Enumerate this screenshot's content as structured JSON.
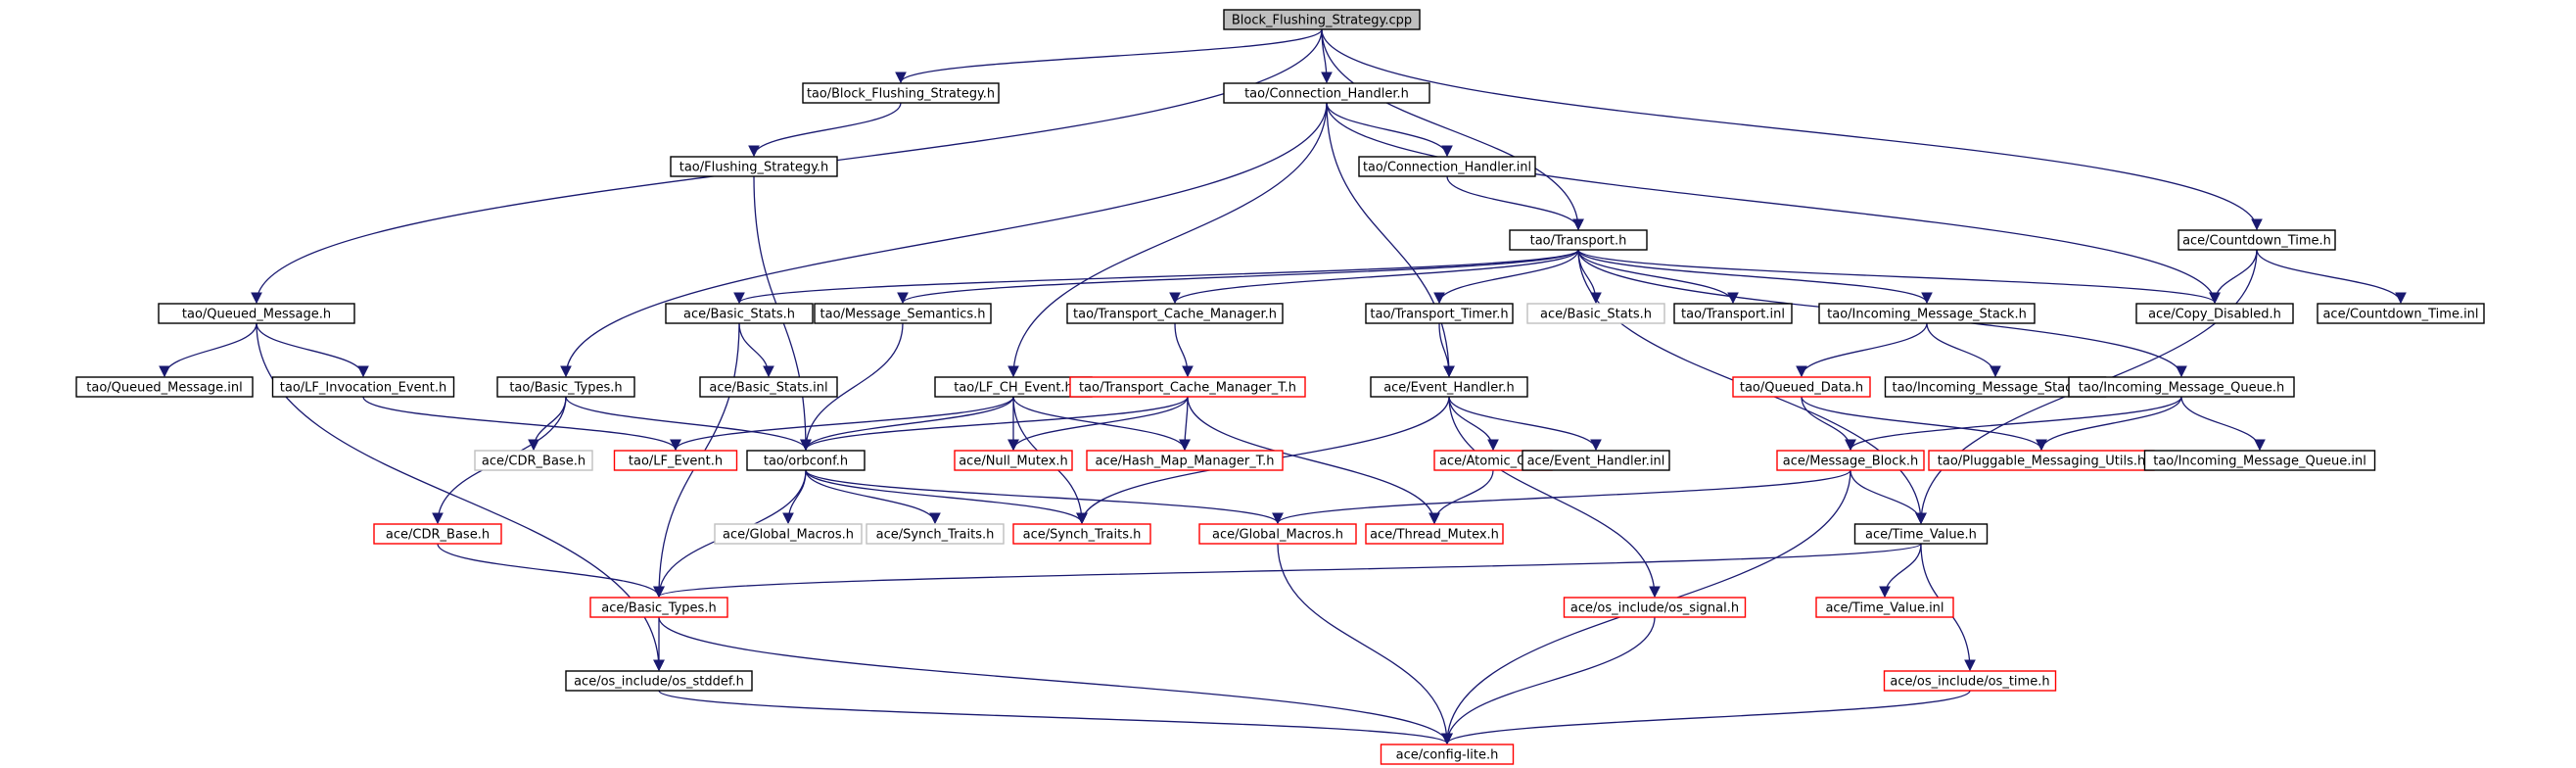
{
  "colors": {
    "normal": "#000000",
    "red": "#ff0000",
    "grey": "#bfbfbf",
    "root_fill": "#bfbfbf",
    "edge": "#191970"
  },
  "nodes": [
    {
      "id": "root",
      "label": "Block_Flushing_Strategy.cpp",
      "style": "root"
    },
    {
      "id": "bfs",
      "label": "tao/Block_Flushing_Strategy.h",
      "style": "normal"
    },
    {
      "id": "ch",
      "label": "tao/Connection_Handler.h",
      "style": "normal"
    },
    {
      "id": "fs",
      "label": "tao/Flushing_Strategy.h",
      "style": "normal"
    },
    {
      "id": "chinl",
      "label": "tao/Connection_Handler.inl",
      "style": "normal"
    },
    {
      "id": "cdt",
      "label": "ace/Countdown_Time.h",
      "style": "normal"
    },
    {
      "id": "tr",
      "label": "tao/Transport.h",
      "style": "normal"
    },
    {
      "id": "qm",
      "label": "tao/Queued_Message.h",
      "style": "normal"
    },
    {
      "id": "bstats",
      "label": "ace/Basic_Stats.h",
      "style": "normal"
    },
    {
      "id": "msem",
      "label": "tao/Message_Semantics.h",
      "style": "normal"
    },
    {
      "id": "tcm",
      "label": "tao/Transport_Cache_Manager.h",
      "style": "normal"
    },
    {
      "id": "ttim",
      "label": "tao/Transport_Timer.h",
      "style": "normal"
    },
    {
      "id": "bstats2",
      "label": "ace/Basic_Stats.h",
      "style": "grey"
    },
    {
      "id": "trinl",
      "label": "tao/Transport.inl",
      "style": "normal"
    },
    {
      "id": "ims",
      "label": "tao/Incoming_Message_Stack.h",
      "style": "normal"
    },
    {
      "id": "cd",
      "label": "ace/Copy_Disabled.h",
      "style": "normal"
    },
    {
      "id": "cdtinl",
      "label": "ace/Countdown_Time.inl",
      "style": "normal"
    },
    {
      "id": "qminl",
      "label": "tao/Queued_Message.inl",
      "style": "normal"
    },
    {
      "id": "lfie",
      "label": "tao/LF_Invocation_Event.h",
      "style": "normal"
    },
    {
      "id": "bt",
      "label": "tao/Basic_Types.h",
      "style": "normal"
    },
    {
      "id": "bstatsinl",
      "label": "ace/Basic_Stats.inl",
      "style": "normal"
    },
    {
      "id": "lfch",
      "label": "tao/LF_CH_Event.h",
      "style": "normal"
    },
    {
      "id": "tcmt",
      "label": "tao/Transport_Cache_Manager_T.h",
      "style": "red"
    },
    {
      "id": "eh",
      "label": "ace/Event_Handler.h",
      "style": "normal"
    },
    {
      "id": "qd",
      "label": "tao/Queued_Data.h",
      "style": "red"
    },
    {
      "id": "imsinl",
      "label": "tao/Incoming_Message_Stack.inl",
      "style": "normal"
    },
    {
      "id": "imq",
      "label": "tao/Incoming_Message_Queue.h",
      "style": "normal"
    },
    {
      "id": "cdrb",
      "label": "ace/CDR_Base.h",
      "style": "grey"
    },
    {
      "id": "lfe",
      "label": "tao/LF_Event.h",
      "style": "red"
    },
    {
      "id": "orbc",
      "label": "tao/orbconf.h",
      "style": "normal"
    },
    {
      "id": "nm",
      "label": "ace/Null_Mutex.h",
      "style": "red"
    },
    {
      "id": "hmm",
      "label": "ace/Hash_Map_Manager_T.h",
      "style": "red"
    },
    {
      "id": "aop",
      "label": "ace/Atomic_Op.h",
      "style": "red"
    },
    {
      "id": "ehinl",
      "label": "ace/Event_Handler.inl",
      "style": "normal"
    },
    {
      "id": "mb",
      "label": "ace/Message_Block.h",
      "style": "red"
    },
    {
      "id": "pmu",
      "label": "tao/Pluggable_Messaging_Utils.h",
      "style": "red"
    },
    {
      "id": "imqinl",
      "label": "tao/Incoming_Message_Queue.inl",
      "style": "normal"
    },
    {
      "id": "cdrb2",
      "label": "ace/CDR_Base.h",
      "style": "red"
    },
    {
      "id": "gm",
      "label": "ace/Global_Macros.h",
      "style": "grey"
    },
    {
      "id": "st",
      "label": "ace/Synch_Traits.h",
      "style": "grey"
    },
    {
      "id": "st2",
      "label": "ace/Synch_Traits.h",
      "style": "red"
    },
    {
      "id": "gm2",
      "label": "ace/Global_Macros.h",
      "style": "red"
    },
    {
      "id": "tm",
      "label": "ace/Thread_Mutex.h",
      "style": "red"
    },
    {
      "id": "tv",
      "label": "ace/Time_Value.h",
      "style": "normal"
    },
    {
      "id": "abt",
      "label": "ace/Basic_Types.h",
      "style": "red"
    },
    {
      "id": "sig",
      "label": "ace/os_include/os_signal.h",
      "style": "red"
    },
    {
      "id": "tvinl",
      "label": "ace/Time_Value.inl",
      "style": "red"
    },
    {
      "id": "stddef",
      "label": "ace/os_include/os_stddef.h",
      "style": "normal"
    },
    {
      "id": "ostime",
      "label": "ace/os_include/os_time.h",
      "style": "red"
    },
    {
      "id": "cfg",
      "label": "ace/config-lite.h",
      "style": "red"
    }
  ],
  "edges": [
    [
      "root",
      "bfs"
    ],
    [
      "root",
      "ch"
    ],
    [
      "root",
      "tr"
    ],
    [
      "root",
      "qm"
    ],
    [
      "root",
      "cdt"
    ],
    [
      "bfs",
      "fs"
    ],
    [
      "ch",
      "chinl"
    ],
    [
      "ch",
      "eh"
    ],
    [
      "ch",
      "lfch"
    ],
    [
      "ch",
      "bt"
    ],
    [
      "ch",
      "cd"
    ],
    [
      "chinl",
      "tr"
    ],
    [
      "fs",
      "orbc"
    ],
    [
      "cdt",
      "cd"
    ],
    [
      "cdt",
      "cdtinl"
    ],
    [
      "cdt",
      "tv"
    ],
    [
      "tr",
      "bstats"
    ],
    [
      "tr",
      "msem"
    ],
    [
      "tr",
      "tcm"
    ],
    [
      "tr",
      "ttim"
    ],
    [
      "tr",
      "bstats2"
    ],
    [
      "tr",
      "trinl"
    ],
    [
      "tr",
      "ims"
    ],
    [
      "tr",
      "cd"
    ],
    [
      "tr",
      "imq"
    ],
    [
      "tr",
      "tv"
    ],
    [
      "qm",
      "qminl"
    ],
    [
      "qm",
      "lfie"
    ],
    [
      "qm",
      "stddef"
    ],
    [
      "bstats",
      "bstatsinl"
    ],
    [
      "bstats",
      "abt"
    ],
    [
      "msem",
      "orbc"
    ],
    [
      "tcm",
      "tcmt"
    ],
    [
      "ttim",
      "eh"
    ],
    [
      "ims",
      "qd"
    ],
    [
      "ims",
      "imsinl"
    ],
    [
      "lfie",
      "lfe"
    ],
    [
      "bt",
      "cdrb"
    ],
    [
      "bt",
      "cdrb2"
    ],
    [
      "bt",
      "orbc"
    ],
    [
      "lfch",
      "lfe"
    ],
    [
      "lfch",
      "orbc"
    ],
    [
      "lfch",
      "nm"
    ],
    [
      "lfch",
      "hmm"
    ],
    [
      "lfch",
      "st2"
    ],
    [
      "tcmt",
      "orbc"
    ],
    [
      "tcmt",
      "nm"
    ],
    [
      "tcmt",
      "hmm"
    ],
    [
      "tcmt",
      "tm"
    ],
    [
      "eh",
      "aop"
    ],
    [
      "eh",
      "ehinl"
    ],
    [
      "eh",
      "st2"
    ],
    [
      "eh",
      "sig"
    ],
    [
      "qd",
      "mb"
    ],
    [
      "qd",
      "pmu"
    ],
    [
      "imq",
      "mb"
    ],
    [
      "imq",
      "pmu"
    ],
    [
      "imq",
      "imqinl"
    ],
    [
      "orbc",
      "gm"
    ],
    [
      "orbc",
      "st"
    ],
    [
      "orbc",
      "st2"
    ],
    [
      "orbc",
      "gm2"
    ],
    [
      "orbc",
      "abt"
    ],
    [
      "aop",
      "tm"
    ],
    [
      "mb",
      "gm2"
    ],
    [
      "mb",
      "tv"
    ],
    [
      "mb",
      "cfg"
    ],
    [
      "cdrb2",
      "abt"
    ],
    [
      "gm2",
      "cfg"
    ],
    [
      "tv",
      "abt"
    ],
    [
      "tv",
      "tvinl"
    ],
    [
      "tv",
      "ostime"
    ],
    [
      "abt",
      "stddef"
    ],
    [
      "abt",
      "cfg"
    ],
    [
      "sig",
      "cfg"
    ],
    [
      "stddef",
      "cfg"
    ],
    [
      "ostime",
      "cfg"
    ]
  ]
}
